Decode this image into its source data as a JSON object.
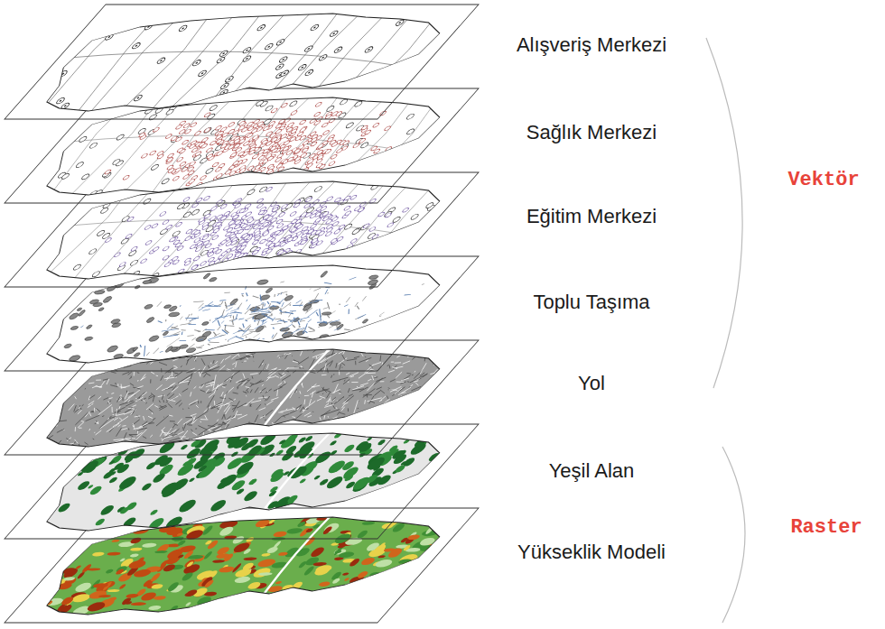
{
  "diagram": {
    "labels": [
      "Alışveriş Merkezi",
      "Sağlık Merkezi",
      "Eğitim Merkezi",
      "Toplu Taşıma",
      "Yol",
      "Yeşil Alan",
      "Yükseklik Modeli",
      "Vektör",
      "Raster"
    ]
  }
}
